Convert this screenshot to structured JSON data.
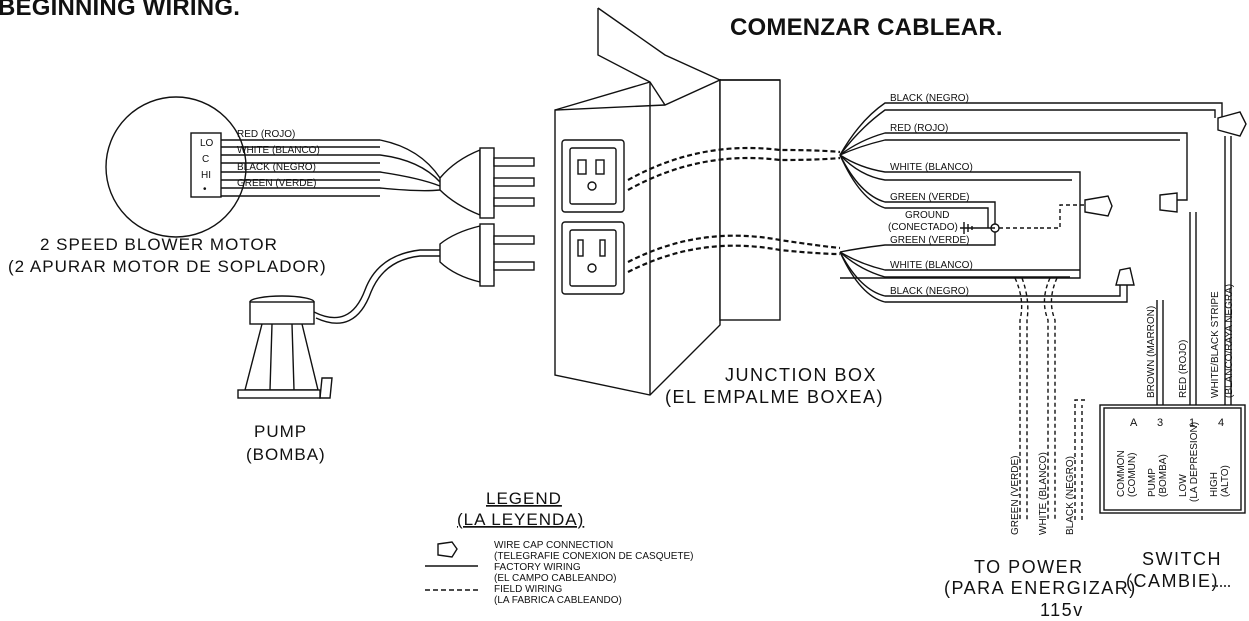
{
  "headings": {
    "english": "BEGINNING WIRING.",
    "spanish": "COMENZAR CABLEAR."
  },
  "motor": {
    "terminals": [
      "LO",
      "C",
      "HI",
      "•"
    ],
    "wires": [
      "RED (ROJO)",
      "WHITE (BLANCO)",
      "BLACK (NEGRO)",
      "GREEN (VERDE)"
    ],
    "label_en": "2 SPEED BLOWER MOTOR",
    "label_es": "(2 APURAR MOTOR DE SOPLADOR)"
  },
  "pump": {
    "label_en": "PUMP",
    "label_es": "(BOMBA)"
  },
  "junction_box": {
    "label_en": "JUNCTION BOX",
    "label_es": "(EL EMPALME BOXEA)",
    "upper_wires": [
      "BLACK (NEGRO)",
      "RED (ROJO)",
      "WHITE (BLANCO)",
      "GREEN (VERDE)"
    ],
    "ground_label": [
      "GROUND",
      "(CONECTADO)"
    ],
    "lower_wires": [
      "GREEN (VERDE)",
      "WHITE (BLANCO)",
      "BLACK (NEGRO)"
    ]
  },
  "switch": {
    "label_en": "SWITCH",
    "label_es": "(CAMBIE)",
    "wire_labels": [
      "BROWN (MARRON)",
      "RED (ROJO)",
      "WHITE/BLACK STRIPE",
      "(BLANCO/RAYA NEGRA)"
    ],
    "terminal_numbers": [
      "A",
      "3",
      "1",
      "4"
    ],
    "terminals": [
      "COMMON",
      "(COMUN)",
      "PUMP",
      "(BOMBA)",
      "LOW",
      "(LA DEPRESION)",
      "HIGH",
      "(ALTO)"
    ]
  },
  "power": {
    "wires": [
      "GREEN (VERDE)",
      "WHITE (BLANCO)",
      "BLACK (NEGRO)"
    ],
    "label_en": "TO POWER",
    "label_es": "(PARA ENERGIZAR)",
    "voltage": "115v"
  },
  "legend": {
    "title_en": "LEGEND",
    "title_es": "(LA LEYENDA)",
    "items": [
      {
        "text_en": "WIRE CAP CONNECTION",
        "text_es": "(TELEGRAFIE CONEXION DE CASQUETE)"
      },
      {
        "text_en": "FACTORY WIRING",
        "text_es": "(EL CAMPO CABLEANDO)"
      },
      {
        "text_en": "FIELD WIRING",
        "text_es": "(LA FABRICA CABLEANDO)"
      }
    ]
  }
}
